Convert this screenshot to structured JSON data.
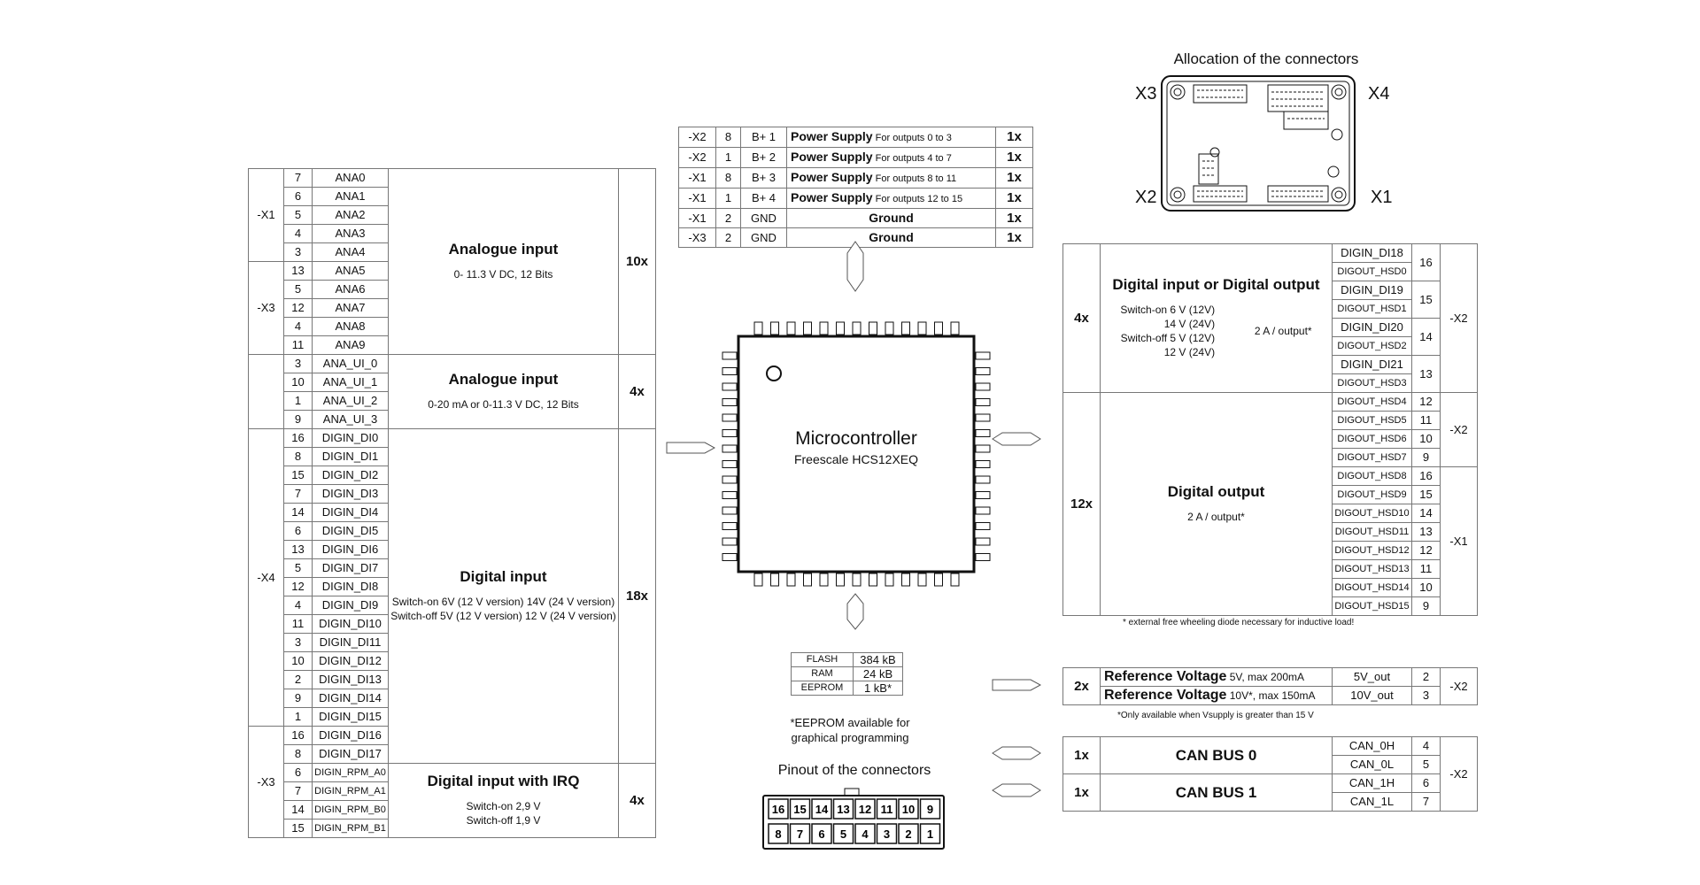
{
  "alloc_title": "Allocation of the connectors",
  "alloc_labels": {
    "x1": "X1",
    "x2": "X2",
    "x3": "X3",
    "x4": "X4"
  },
  "mcu": {
    "title": "Microcontroller",
    "subtitle": "Freescale HCS12XEQ"
  },
  "power": [
    {
      "conn": "-X2",
      "pin": "8",
      "sig": "B+ 1",
      "name": "Power Supply",
      "detail": "For outputs 0 to 3",
      "mult": "1x"
    },
    {
      "conn": "-X2",
      "pin": "1",
      "sig": "B+ 2",
      "name": "Power Supply",
      "detail": "For outputs 4 to 7",
      "mult": "1x"
    },
    {
      "conn": "-X1",
      "pin": "8",
      "sig": "B+ 3",
      "name": "Power Supply",
      "detail": "For outputs 8 to 11",
      "mult": "1x"
    },
    {
      "conn": "-X1",
      "pin": "1",
      "sig": "B+ 4",
      "name": "Power Supply",
      "detail": "For outputs 12 to 15",
      "mult": "1x"
    },
    {
      "conn": "-X1",
      "pin": "2",
      "sig": "GND",
      "name": "Ground",
      "detail": "",
      "mult": "1x"
    },
    {
      "conn": "-X3",
      "pin": "2",
      "sig": "GND",
      "name": "Ground",
      "detail": "",
      "mult": "1x"
    }
  ],
  "left": {
    "pins": [
      [
        "7",
        "ANA0"
      ],
      [
        "6",
        "ANA1"
      ],
      [
        "5",
        "ANA2"
      ],
      [
        "4",
        "ANA3"
      ],
      [
        "3",
        "ANA4"
      ],
      [
        "13",
        "ANA5"
      ],
      [
        "5",
        "ANA6"
      ],
      [
        "12",
        "ANA7"
      ],
      [
        "4",
        "ANA8"
      ],
      [
        "11",
        "ANA9"
      ],
      [
        "3",
        "ANA_UI_0"
      ],
      [
        "10",
        "ANA_UI_1"
      ],
      [
        "1",
        "ANA_UI_2"
      ],
      [
        "9",
        "ANA_UI_3"
      ],
      [
        "16",
        "DIGIN_DI0"
      ],
      [
        "8",
        "DIGIN_DI1"
      ],
      [
        "15",
        "DIGIN_DI2"
      ],
      [
        "7",
        "DIGIN_DI3"
      ],
      [
        "14",
        "DIGIN_DI4"
      ],
      [
        "6",
        "DIGIN_DI5"
      ],
      [
        "13",
        "DIGIN_DI6"
      ],
      [
        "5",
        "DIGIN_DI7"
      ],
      [
        "12",
        "DIGIN_DI8"
      ],
      [
        "4",
        "DIGIN_DI9"
      ],
      [
        "11",
        "DIGIN_DI10"
      ],
      [
        "3",
        "DIGIN_DI11"
      ],
      [
        "10",
        "DIGIN_DI12"
      ],
      [
        "2",
        "DIGIN_DI13"
      ],
      [
        "9",
        "DIGIN_DI14"
      ],
      [
        "1",
        "DIGIN_DI15"
      ],
      [
        "16",
        "DIGIN_DI16"
      ],
      [
        "8",
        "DIGIN_DI17"
      ],
      [
        "6",
        "DIGIN_RPM_A0"
      ],
      [
        "7",
        "DIGIN_RPM_A1"
      ],
      [
        "14",
        "DIGIN_RPM_B0"
      ],
      [
        "15",
        "DIGIN_RPM_B1"
      ]
    ],
    "groups": [
      {
        "conn": "-X1",
        "rows": 5
      },
      {
        "conn": "-X3",
        "rows": 5
      },
      {
        "conn": "",
        "rows": 4
      },
      {
        "conn": "-X4",
        "rows": 16
      },
      {
        "conn": "-X3",
        "rows": 6
      }
    ],
    "descs": [
      {
        "title": "Analogue input",
        "sub": "0- 11.3 V DC, 12 Bits",
        "mult": "10x",
        "rows": 10
      },
      {
        "title": "Analogue input",
        "sub": "0-20 mA or 0-11.3 V DC, 12 Bits",
        "mult": "4x",
        "rows": 4
      },
      {
        "title": "Digital input",
        "sub": "Switch-on 6V (12 V version) 14V (24 V version)\nSwitch-off 5V (12 V version) 12 V (24 V version)",
        "mult": "18x",
        "rows": 18
      },
      {
        "title": "Digital input with IRQ",
        "sub": "Switch-on 2,9 V\nSwitch-off 1,9 V",
        "mult": "4x",
        "rows": 4
      }
    ]
  },
  "right": {
    "pins": [
      [
        "DIGIN_DI18",
        "DIGOUT_HSD0",
        "16"
      ],
      [
        "DIGIN_DI19",
        "DIGOUT_HSD1",
        "15"
      ],
      [
        "DIGIN_DI20",
        "DIGOUT_HSD2",
        "14"
      ],
      [
        "DIGIN_DI21",
        "DIGOUT_HSD3",
        "13"
      ]
    ],
    "out_pins": [
      [
        "DIGOUT_HSD4",
        "12"
      ],
      [
        "DIGOUT_HSD5",
        "11"
      ],
      [
        "DIGOUT_HSD6",
        "10"
      ],
      [
        "DIGOUT_HSD7",
        "9"
      ],
      [
        "DIGOUT_HSD8",
        "16"
      ],
      [
        "DIGOUT_HSD9",
        "15"
      ],
      [
        "DIGOUT_HSD10",
        "14"
      ],
      [
        "DIGOUT_HSD11",
        "13"
      ],
      [
        "DIGOUT_HSD12",
        "12"
      ],
      [
        "DIGOUT_HSD13",
        "11"
      ],
      [
        "DIGOUT_HSD14",
        "10"
      ],
      [
        "DIGOUT_HSD15",
        "9"
      ]
    ],
    "dio": {
      "mult": "4x",
      "title": "Digital input or Digital output",
      "sub": "Switch-on 6 V (12V)\n14 V (24V)\nSwitch-off 5 V (12V)\n12 V (24V)",
      "sub2": "2 A / output*",
      "conn": "-X2"
    },
    "do": {
      "mult": "12x",
      "title": "Digital output",
      "sub": "2 A / output*",
      "conn_a": "-X2",
      "conn_b": "-X1"
    },
    "footnote": "* external free wheeling diode necessary for inductive load!"
  },
  "memory": [
    [
      "FLASH",
      "384 kB"
    ],
    [
      "RAM",
      "24 kB"
    ],
    [
      "EEPROM",
      "1 kB*"
    ]
  ],
  "eeprom_note": "*EEPROM available for\ngraphical programming",
  "pinout_title": "Pinout of the connectors",
  "pinout_top": [
    "16",
    "15",
    "14",
    "13",
    "12",
    "11",
    "10",
    "9"
  ],
  "pinout_bottom": [
    "8",
    "7",
    "6",
    "5",
    "4",
    "3",
    "2",
    "1"
  ],
  "refv": {
    "mult": "2x",
    "rows": [
      {
        "name": "Reference Voltage",
        "detail": "5V, max 200mA",
        "sig": "5V_out",
        "pin": "2"
      },
      {
        "name": "Reference Voltage",
        "detail": "10V*, max 150mA",
        "sig": "10V_out",
        "pin": "3"
      }
    ],
    "conn": "-X2",
    "note": "*Only available when Vsupply is greater than 15 V"
  },
  "can": {
    "buses": [
      {
        "mult": "1x",
        "name": "CAN BUS 0",
        "sigs": [
          [
            "CAN_0H",
            "4"
          ],
          [
            "CAN_0L",
            "5"
          ]
        ]
      },
      {
        "mult": "1x",
        "name": "CAN BUS 1",
        "sigs": [
          [
            "CAN_1H",
            "6"
          ],
          [
            "CAN_1L",
            "7"
          ]
        ]
      }
    ],
    "conn": "-X2"
  }
}
